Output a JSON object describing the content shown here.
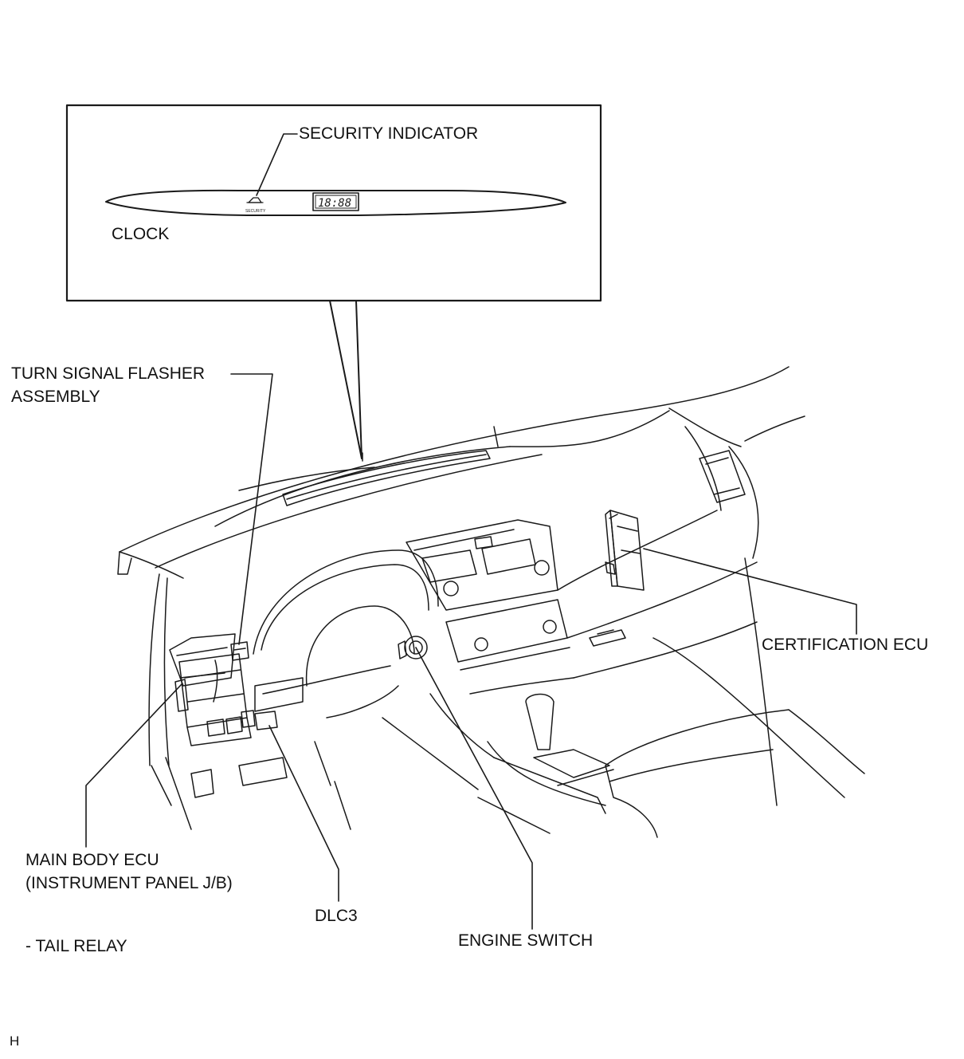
{
  "labels": {
    "security_indicator": "SECURITY INDICATOR",
    "clock": "CLOCK",
    "turn_signal_line1": "TURN SIGNAL FLASHER",
    "turn_signal_line2": "ASSEMBLY",
    "certification_ecu": "CERTIFICATION ECU",
    "main_body_ecu_line1": "MAIN BODY ECU",
    "main_body_ecu_line2": "(INSTRUMENT PANEL J/B)",
    "dlc3": "DLC3",
    "engine_switch": "ENGINE SWITCH",
    "tail_relay": "- TAIL RELAY",
    "corner_mark": "H"
  },
  "clock_display": {
    "digits": "18:88",
    "security_text": "SECURITY"
  }
}
